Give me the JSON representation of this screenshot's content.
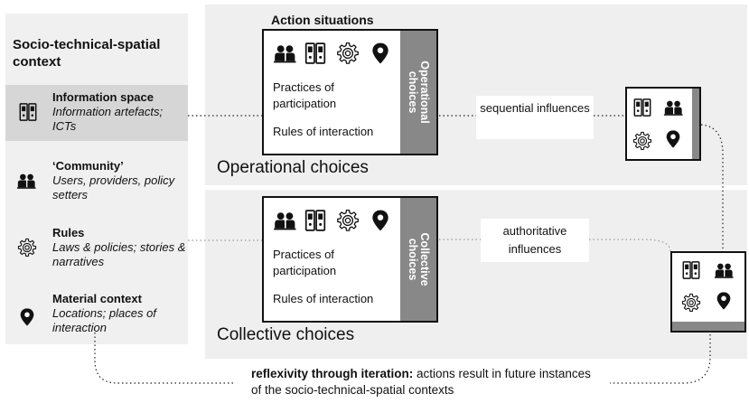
{
  "context_panel": {
    "title": "Socio-technical-spatial context",
    "items": [
      {
        "heading": "Information space",
        "sub": "Information artefacts; ICTs",
        "icon": "binders-icon"
      },
      {
        "heading": "‘Community’",
        "sub": "Users, providers, policy setters",
        "icon": "people-icon"
      },
      {
        "heading": "Rules",
        "sub": "Laws & policies; stories & narratives",
        "icon": "gear-icon"
      },
      {
        "heading": "Material context",
        "sub": "Locations; places of interaction",
        "icon": "location-pin-icon"
      }
    ]
  },
  "action_situations_title": "Action situations",
  "operational": {
    "band_label": "Operational choices",
    "side_label_lines": [
      "Operational",
      "choices"
    ],
    "practices": "Practices of participation",
    "rules": "Rules of interaction",
    "influence": "sequential influences"
  },
  "collective": {
    "band_label": "Collective choices",
    "side_label_lines": [
      "Collective",
      "choices"
    ],
    "practices": "Practices of participation",
    "rules": "Rules of interaction",
    "influence": "authoritative influences"
  },
  "reflexivity": {
    "bold": "reflexivity through iteration:",
    "rest": " actions result in future instances of the socio-technical-spatial contexts"
  },
  "colors": {
    "panel": "#f0f0f0",
    "info_band": "#d6d6d6",
    "band": "#efefef",
    "side_bar": "#888888",
    "stroke": "#111111"
  }
}
